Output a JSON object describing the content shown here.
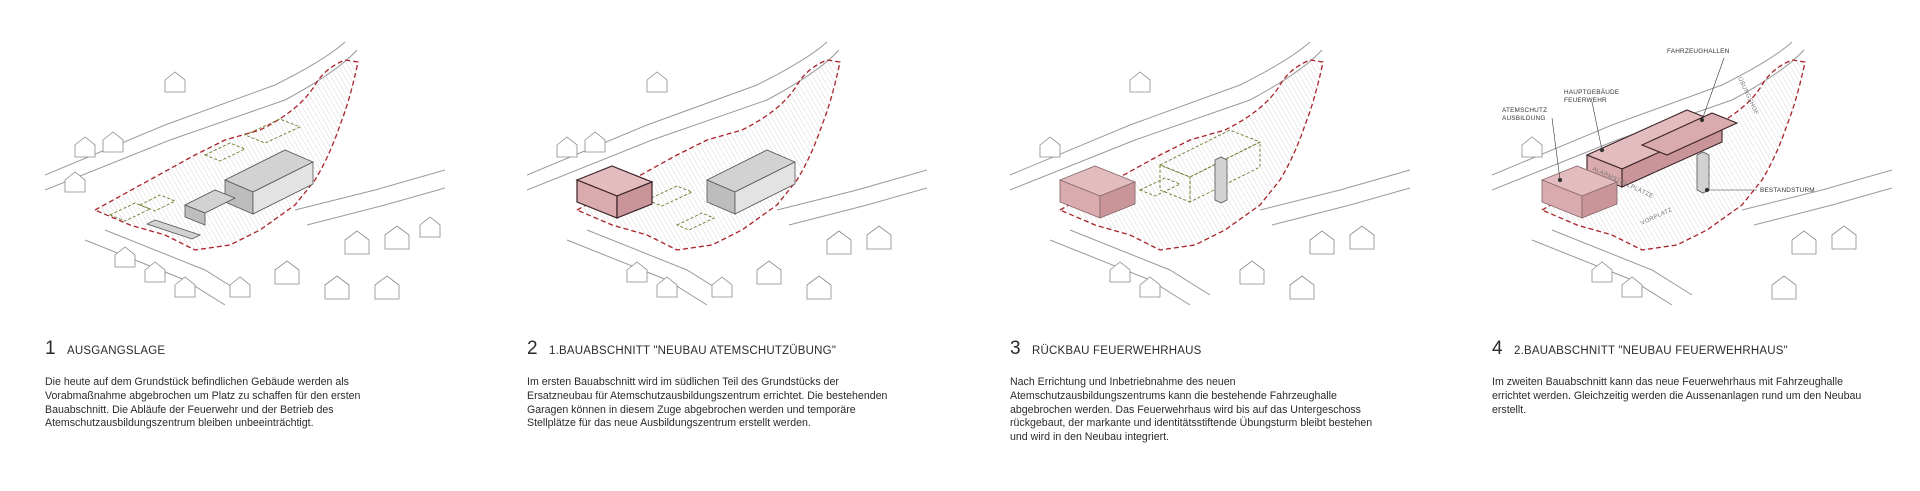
{
  "colors": {
    "accent_fill": "#d9aaae",
    "accent_stroke": "#3a2326",
    "existing_fill": "#cfcfcf",
    "site_boundary": "#a8232a",
    "demolish_outline": "#6f7a2c",
    "line": "#8a8a8a"
  },
  "steps": [
    {
      "number": "1",
      "title": "AUSGANGSLAGE",
      "text": "Die heute auf dem Grundstück befindlichen Gebäude werden als Vorabmaßnahme abgebrochen um Platz zu schaffen für den ersten Bauabschnitt. Die Abläufe der Feuerwehr und der Betrieb des Atemschutzausbildungszentrum bleiben unbeeinträchtigt."
    },
    {
      "number": "2",
      "title": "1.BAUABSCHNITT \"NEUBAU ATEMSCHUTZÜBUNG\"",
      "text": "Im ersten Bauabschnitt wird im südlichen Teil des Grundstücks der Ersatzneubau für Atemschutzausbildungszentrum errichtet. Die bestehenden Garagen können in diesem Zuge abgebrochen werden und temporäre Stellplätze für das neue Ausbildungszentrum erstellt werden."
    },
    {
      "number": "3",
      "title": "RÜCKBAU FEUERWEHRHAUS",
      "text": "Nach Errichtung und Inbetriebnahme des neuen Atemschutzausbildungszentrums kann die bestehende Fahrzeughalle abgebrochen werden. Das Feuerwehrhaus wird bis auf das Untergeschoss rückgebaut, der markante und identitätsstiftende Übungsturm bleibt bestehen und wird in den Neubau integriert."
    },
    {
      "number": "4",
      "title": "2.BAUABSCHNITT \"NEUBAU FEUERWEHRHAUS\"",
      "text": "Im zweiten Bauabschnitt kann das neue Feuerwehrhaus mit Fahrzeughalle errichtet werden. Gleichzeitig werden die Aussenanlagen rund um den Neubau erstellt."
    }
  ],
  "callouts": {
    "fahrzeughallen": "FAHRZEUGHALLEN",
    "hauptgebaeude": "HAUPTGEBÄUDE\nFEUERWEHR",
    "atemschutz": "ATEMSCHUTZ\nAUSBILDUNG",
    "uebungshof": "ÜBUNGSHOF",
    "bestandsturm": "BESTANDSTURM",
    "alarmstellplaetze": "ALARMSTELLPLÄTZE",
    "vorplatz": "VORPLATZ"
  }
}
